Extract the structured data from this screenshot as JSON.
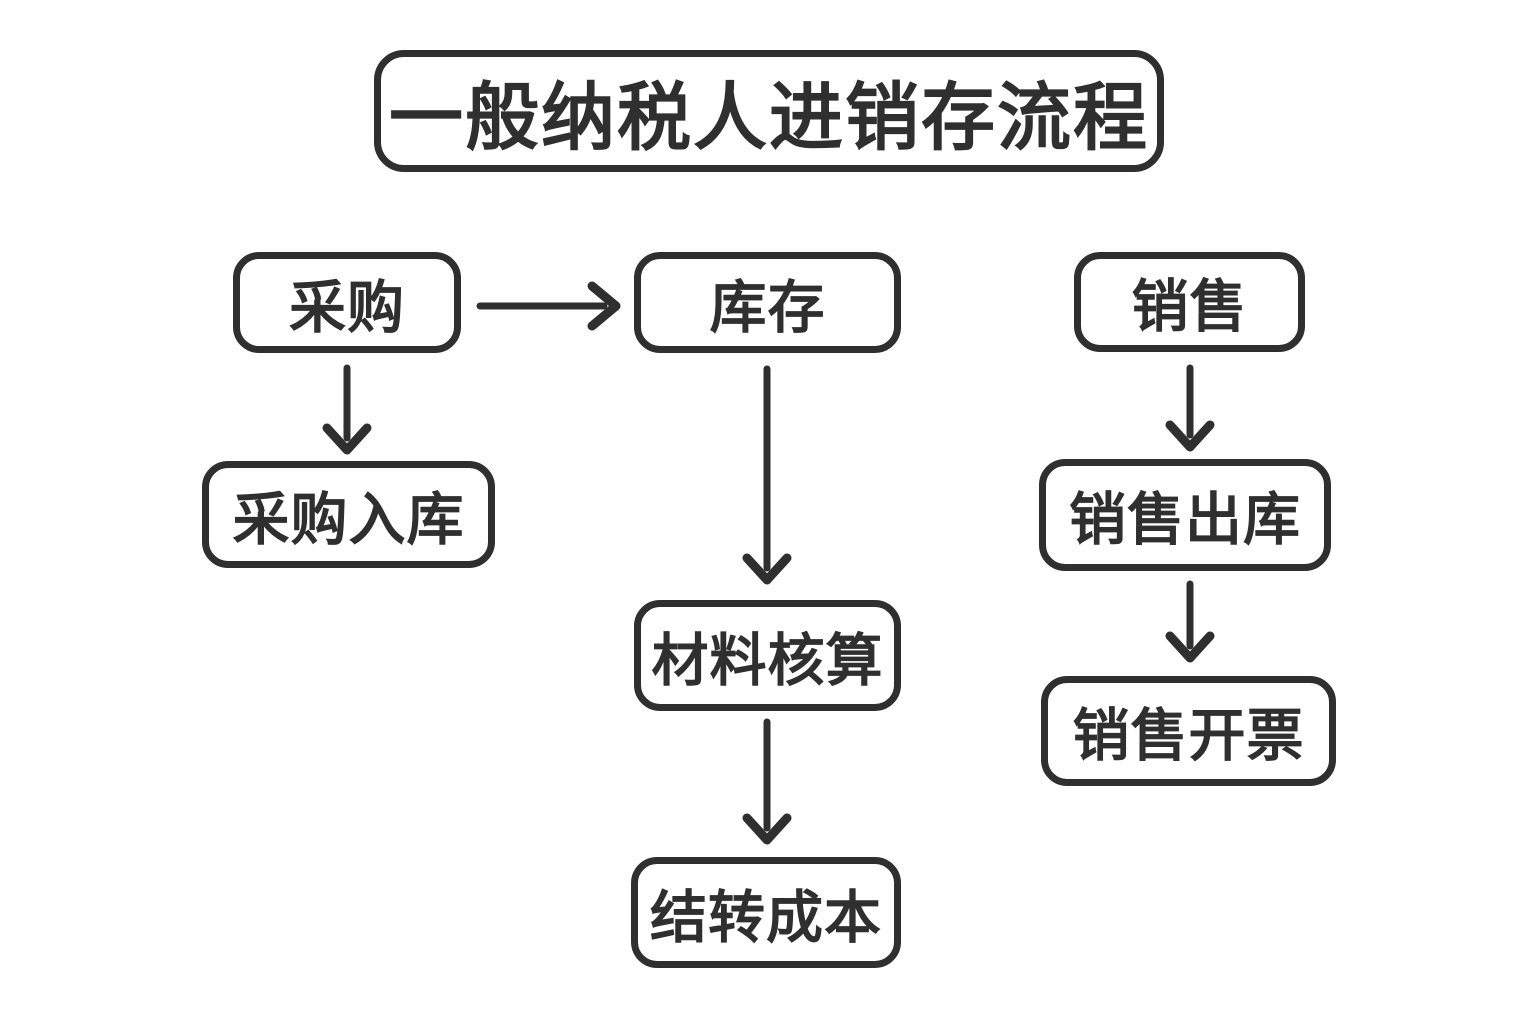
{
  "diagram": {
    "title": "一般纳税人进销存流程",
    "nodes": {
      "caigou": {
        "label": "采购"
      },
      "kucun": {
        "label": "库存"
      },
      "xiaoshou": {
        "label": "销售"
      },
      "caigou_ruku": {
        "label": "采购入库"
      },
      "xiaoshou_chuku": {
        "label": "销售出库"
      },
      "cailiao_hesuan": {
        "label": "材料核算"
      },
      "xiaoshou_kaipiao": {
        "label": "销售开票"
      },
      "jiezhuan_chengben": {
        "label": "结转成本"
      }
    },
    "edges": [
      {
        "from": "采购",
        "to": "库存"
      },
      {
        "from": "采购",
        "to": "采购入库"
      },
      {
        "from": "库存",
        "to": "材料核算"
      },
      {
        "from": "材料核算",
        "to": "结转成本"
      },
      {
        "from": "销售",
        "to": "销售出库"
      },
      {
        "from": "销售出库",
        "to": "销售开票"
      }
    ],
    "colors": {
      "stroke": "#2f2f2f",
      "background": "#ffffff"
    }
  }
}
